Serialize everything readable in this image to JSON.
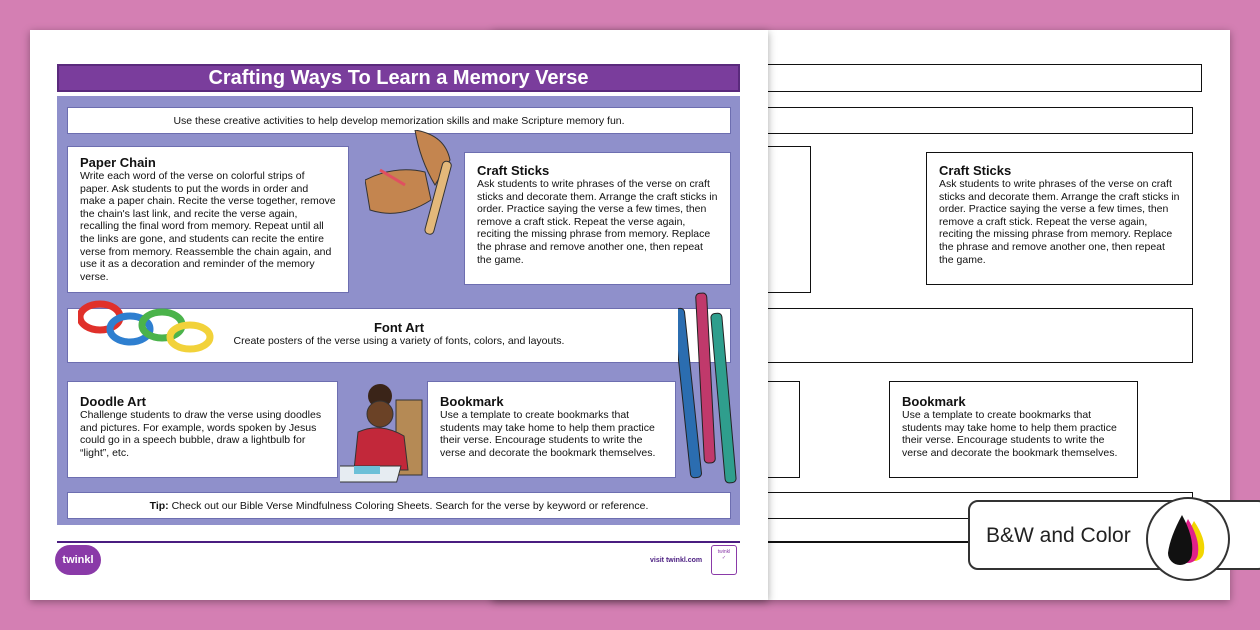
{
  "title": "Crafting Ways To Learn a Memory Verse",
  "intro": "Use these creative activities to help develop memorization skills and make Scripture memory fun.",
  "activities": {
    "paper_chain": {
      "title": "Paper Chain",
      "text": "Write each word of the verse on colorful strips of paper. Ask students to put the words in order and make a paper chain. Recite the verse together, remove the chain's last link, and recite the verse again, recalling the final word from memory. Repeat until all the links are gone, and students can recite the entire verse from memory. Reassemble the chain again, and use it as a decoration and reminder of the memory verse."
    },
    "craft_sticks": {
      "title": "Craft Sticks",
      "text": "Ask students to write phrases of the verse on craft sticks and decorate them. Arrange the craft sticks in order. Practice saying the verse a few times, then remove a craft stick. Repeat the verse again, reciting the missing phrase from memory. Replace the phrase and remove another one, then repeat the game."
    },
    "font_art": {
      "title": "Font Art",
      "text": "Create posters of the verse using a variety of fonts, colors, and layouts."
    },
    "doodle_art": {
      "title": "Doodle Art",
      "text": "Challenge students to draw the verse using doodles and pictures. For example, words spoken by Jesus could go in a speech bubble, draw a lightbulb for “light”, etc."
    },
    "bookmark": {
      "title": "Bookmark",
      "text": "Use a template to create bookmarks that students may take home to help them practice their verse. Encourage students to write the verse and decorate the bookmark themselves."
    }
  },
  "tip": {
    "label": "Tip:",
    "text": " Check out our Bible Verse Mindfulness Coloring Sheets. Search for the verse by keyword or reference."
  },
  "footer": {
    "logo": "twinkl",
    "visit": "visit twinkl.com",
    "seal": "twinkl Quality Standard Approved"
  },
  "badge": "B&W and Color",
  "colors": {
    "background": "#d47fb3",
    "title_bar": "#7a3d9c",
    "panel": "#8f90cb"
  }
}
